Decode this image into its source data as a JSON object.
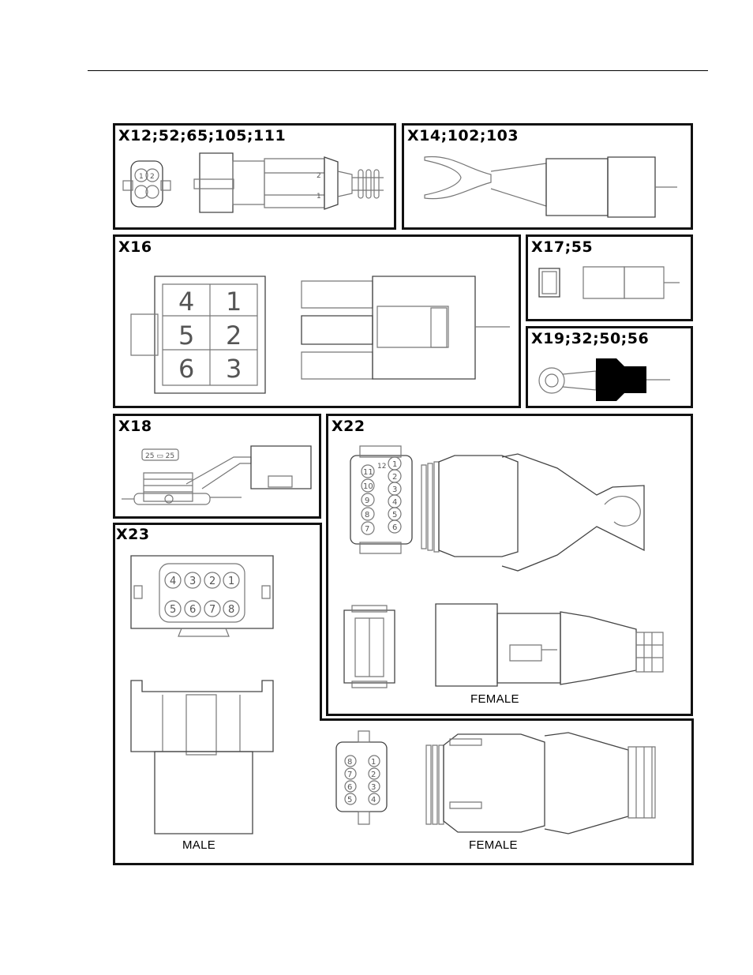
{
  "panels": {
    "x12": {
      "title": "X12;52;65;105;111",
      "pins": [
        "1",
        "2",
        "2",
        "1"
      ]
    },
    "x14": {
      "title": "X14;102;103"
    },
    "x16": {
      "title": "X16",
      "pins": [
        "4",
        "1",
        "5",
        "2",
        "6",
        "3"
      ]
    },
    "x17": {
      "title": "X17;55"
    },
    "x19": {
      "title": "X19;32;50;56"
    },
    "x18": {
      "title": "X18",
      "label": "25 ▭ 25"
    },
    "x22": {
      "title": "X22",
      "top_pins_left": [
        "11",
        "10",
        "9",
        "8",
        "7"
      ],
      "top_pins_right": [
        "1",
        "2",
        "3",
        "4",
        "5",
        "6"
      ],
      "top_pin_12": "12",
      "female_caption": "FEMALE"
    },
    "x23": {
      "title": "X23",
      "pins_top": [
        "4",
        "3",
        "2",
        "1"
      ],
      "pins_bottom": [
        "5",
        "6",
        "7",
        "8"
      ],
      "male_caption": "MALE",
      "female_caption": "FEMALE",
      "female_pins_left": [
        "8",
        "7",
        "6",
        "5"
      ],
      "female_pins_right": [
        "1",
        "2",
        "3",
        "4"
      ]
    }
  },
  "colors": {
    "frame": "#111111",
    "drawing": "#777777",
    "fill_dark": "#000000"
  }
}
